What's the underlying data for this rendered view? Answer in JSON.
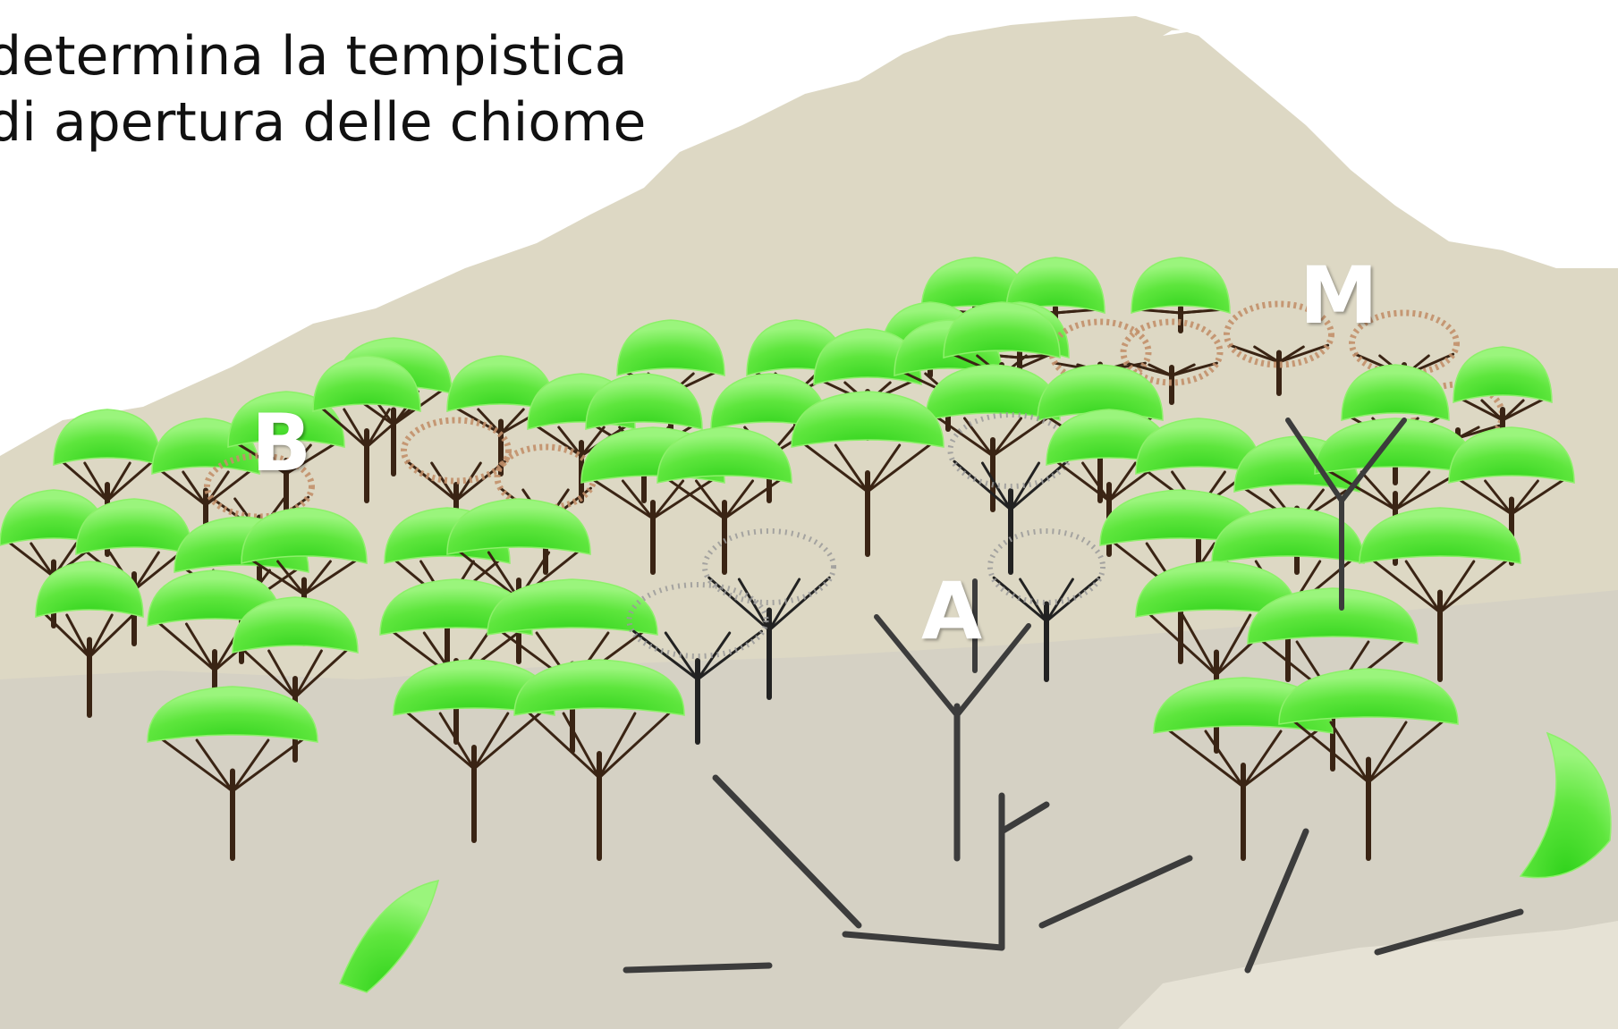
{
  "caption": {
    "line1": "determina la tempistica",
    "line2": "di apertura delle chiome"
  },
  "labels": {
    "b": "B",
    "a": "A",
    "m": "M"
  },
  "colors": {
    "mountain": "#ddd8c4",
    "snow": "#ffffff",
    "valley_floor": "#d2cfc4",
    "foreground": "#e6e2d5",
    "green_canopy": "#5ee63d",
    "green_canopy_light": "#8df06a",
    "brown_canopy": "#c2906a",
    "grey_canopy": "#9a9a9a",
    "trunk_brown": "#3a2414",
    "trunk_dark": "#222222",
    "dead_wood": "#3c3c3c"
  }
}
